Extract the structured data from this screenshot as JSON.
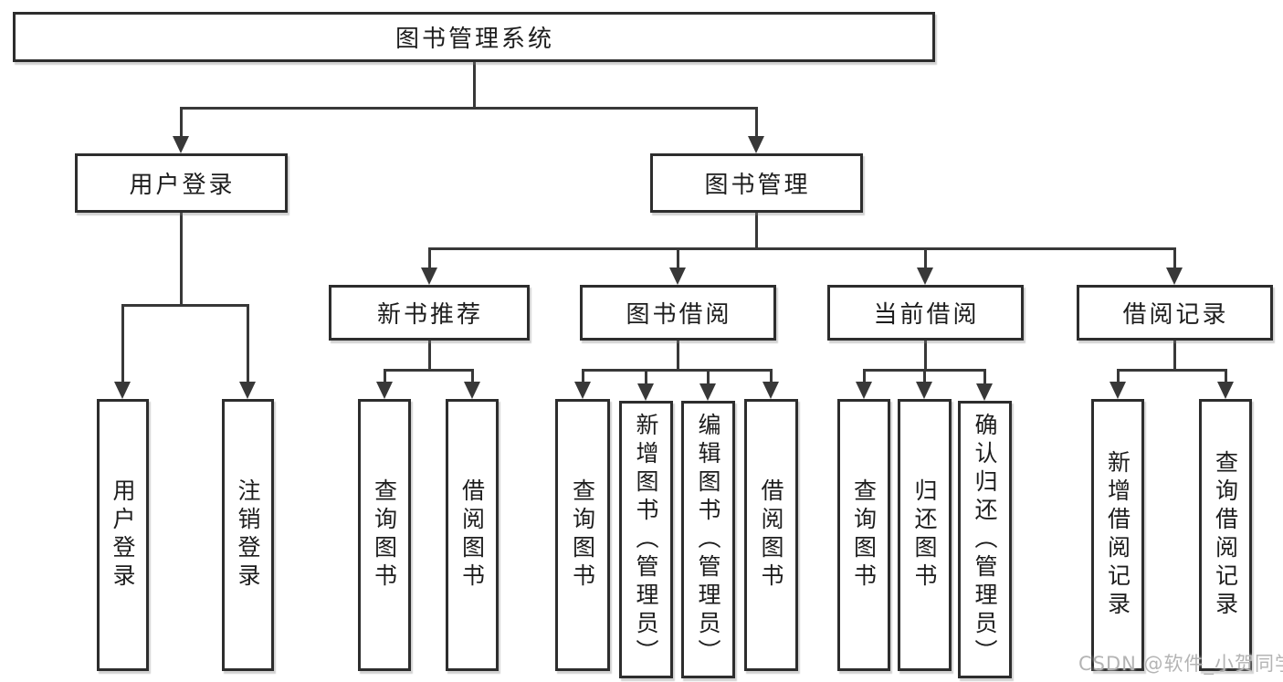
{
  "diagram": {
    "root": {
      "label": "图书管理系统"
    },
    "branches": [
      {
        "label": "用户登录",
        "children": [
          {
            "label": "用户登录"
          },
          {
            "label": "注销登录"
          }
        ]
      },
      {
        "label": "图书管理",
        "children": [
          {
            "label": "新书推荐",
            "children": [
              {
                "label": "查询图书"
              },
              {
                "label": "借阅图书"
              }
            ]
          },
          {
            "label": "图书借阅",
            "children": [
              {
                "label": "查询图书"
              },
              {
                "label": "新增图书（管理员）"
              },
              {
                "label": "编辑图书（管理员）"
              },
              {
                "label": "借阅图书"
              }
            ]
          },
          {
            "label": "当前借阅",
            "children": [
              {
                "label": "查询图书"
              },
              {
                "label": "归还图书"
              },
              {
                "label": "确认归还（管理员）"
              }
            ]
          },
          {
            "label": "借阅记录",
            "children": [
              {
                "label": "新增借阅记录"
              },
              {
                "label": "查询借阅记录"
              }
            ]
          }
        ]
      }
    ]
  },
  "watermark": {
    "text": "CSDN @软件_小贺同学"
  },
  "colors": {
    "connector": "#383838",
    "box_border": "#2d2d2d",
    "text": "#1d1d1d",
    "watermark_text": "#b4b4b4",
    "background": "#ffffff"
  }
}
